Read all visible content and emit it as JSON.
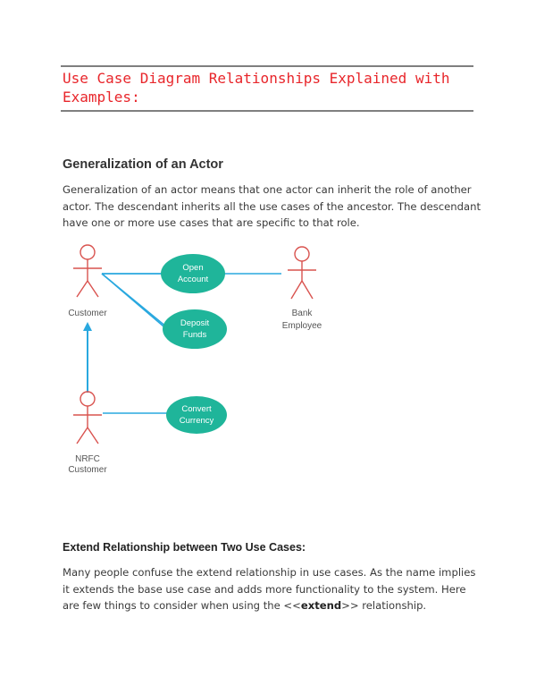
{
  "document": {
    "title": "Use Case Diagram Relationships Explained with Examples:",
    "sections": [
      {
        "heading": "Generalization of an Actor",
        "body": "Generalization of an actor means that one actor can inherit the role of another actor. The descendant inherits all the use cases of the ancestor. The descendant have one or more use cases that are specific to that role."
      },
      {
        "heading": "Extend Relationship between Two Use Cases:",
        "body_before": "Many people confuse the extend relationship in use cases. As the name implies it extends the base use case and adds more functionality to the system. Here are few things to consider when using the <<",
        "body_bold": "extend",
        "body_after": ">> relationship."
      }
    ]
  },
  "diagram": {
    "actors": {
      "customer": {
        "label": "Customer"
      },
      "bank_employee": {
        "label_line1": "Bank",
        "label_line2": "Employee"
      },
      "nrfc_customer": {
        "label_line1": "NRFC",
        "label_line2": "Customer"
      }
    },
    "use_cases": {
      "open_account": {
        "line1": "Open",
        "line2": "Account"
      },
      "deposit_funds": {
        "line1": "Deposit",
        "line2": "Funds"
      },
      "convert_currency": {
        "line1": "Convert",
        "line2": "Currency"
      }
    },
    "colors": {
      "actor_stroke": "#d9534f",
      "use_case_fill": "#1fb59a",
      "association_line": "#29a8df"
    }
  }
}
